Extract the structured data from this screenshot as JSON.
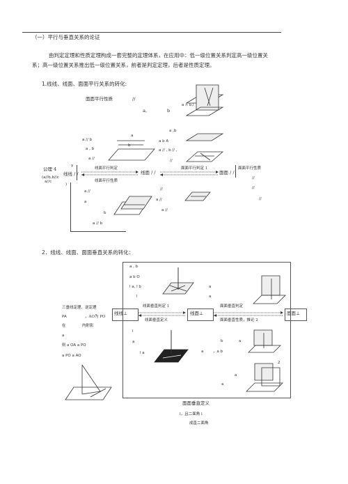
{
  "header": {
    "section_title": "（一）平行与垂直关系的论证",
    "intro_line1": "由判定定理和性质定理构成一套完整的定理体系，在应用中：低一级位置关系判定高一级位置关",
    "intro_line2": "系；高一级位置关系推出低一级位置关系，前者是判定定理，后者是性质定理。"
  },
  "part1": {
    "heading": "1.线线、线面、面面平行关系的转化:",
    "plane_parallel_property": "面面平行性质",
    "double_slash": "//",
    "a_b": "a,",
    "b1": "b",
    "a_cap_b": "a ∩ b,l",
    "a_b_small": "a ,b",
    "a_par_b": "a // b",
    "a_b2": "a , b",
    "a_par": "a //",
    "a_b_A": "a b A",
    "a_par_b_par": "a // , b // ,",
    "par1": "//",
    "theorem4": "公理 4",
    "prefix_gamma": "γ",
    "a_par_b_c": "(a//b,b//c",
    "a_par_c": "a//c",
    "brace": ")",
    "line_line": "线线 / /",
    "line_plane_judge": "线面平行判定",
    "line_plane": "线面 / /",
    "plane_plane_judge": "面面平行判定 1",
    "plane_plane": "面面 / /",
    "plane_plane_property": "面面平行性质",
    "line_plane_property": "线面平行性质",
    "par2": "//",
    "par3": "//",
    "par4": "//",
    "a_par2": "a //",
    "a_small": "a",
    "b_small": "b",
    "a_par_b2": "a // b",
    "a_par3": "a //",
    "a2": "a",
    "a_par4": "a //",
    "par5": "//"
  },
  "part2": {
    "heading": "2．线线、线面、面面垂直关系的转化：",
    "a_b": "a , b",
    "a_b_O": "a    b    O",
    "l_a_l_b": "l   a, l   b",
    "l_only": "l",
    "a_3": "a",
    "a_4": "a",
    "three_perp": "三垂线定理、逆定理",
    "PA": "PA",
    "AO_PO": "，AO为 PO",
    "in": "在",
    "projection": "内射影",
    "a_5": "a",
    "then": "则",
    "a_OA": "a   OA     a   PO",
    "a_PO": "a   PO     a   AO",
    "line_line_perp": "线线⊥",
    "line_plane_perp_judge": "线面垂直判定  1",
    "line_plane_perp_def": "线面垂直定义",
    "line_plane_perp": "线面⊥",
    "plane_plane_perp_judge": "面面垂直判定",
    "plane_plane_perp_prop": "面面垂直性质，推论  2",
    "plane_plane_perp": "面面⊥",
    "l_mid": "l",
    "a_6": "a",
    "l_a": "l    a",
    "a_bottom": "a",
    "b_bottom": "b",
    "a_7": "a",
    "a_b_right": "，a    b",
    "a_8": "a",
    "two_sup": "2",
    "a_9": "a",
    "a_10": "a",
    "plane_perp_def": "面面垂直定义",
    "l_angle": "l，且二面角        l",
    "right_dihedral": "成直二面角"
  }
}
